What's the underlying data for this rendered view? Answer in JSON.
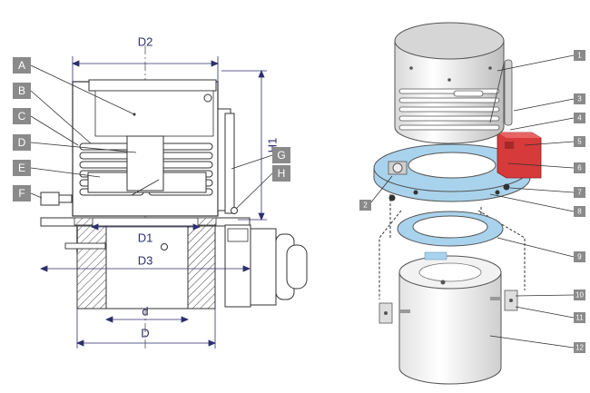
{
  "colors": {
    "label_box": "#8a8a8a",
    "dimension": "#2e2e6e",
    "ring": "#a9d3ec",
    "red_box": "#d63a3a",
    "outline": "#333333"
  },
  "left_letters": [
    "A",
    "B",
    "C",
    "D",
    "E",
    "F"
  ],
  "right_letters": [
    "G",
    "H"
  ],
  "dimensions": {
    "d2": "D2",
    "h1": "H1",
    "d1": "D1",
    "d3": "D3",
    "d": "d",
    "big_d": "D"
  },
  "part_numbers_right": [
    "1",
    "3",
    "4",
    "5",
    "6",
    "7",
    "8",
    "9",
    "10",
    "11",
    "12"
  ],
  "part_number_left": "2"
}
